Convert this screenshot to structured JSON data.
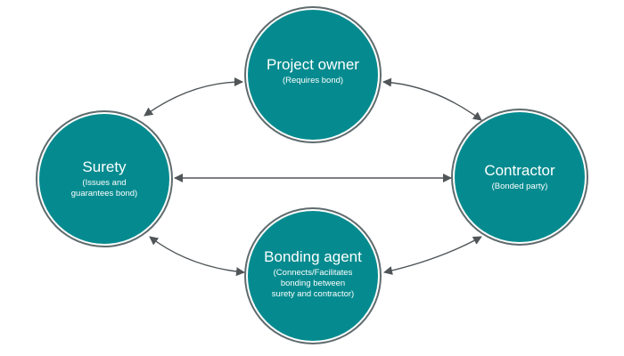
{
  "colors": {
    "node_fill": "#058b8f",
    "node_ring": "#5f6b6e",
    "connector": "#505558"
  },
  "nodes": {
    "project_owner": {
      "title": "Project owner",
      "subtitle": "(Requires bond)"
    },
    "surety": {
      "title": "Surety",
      "subtitle": "(Issues and\nguarantees bond)"
    },
    "contractor": {
      "title": "Contractor",
      "subtitle": "(Bonded party)"
    },
    "bonding_agent": {
      "title": "Bonding agent",
      "subtitle": "(Connects/Facilitates\nbonding between\nsurety and contractor)"
    }
  },
  "relationships": [
    {
      "from": "Surety",
      "to": "Project owner",
      "direction": "both"
    },
    {
      "from": "Project owner",
      "to": "Contractor",
      "direction": "both"
    },
    {
      "from": "Surety",
      "to": "Contractor",
      "direction": "both"
    },
    {
      "from": "Surety",
      "to": "Bonding agent",
      "direction": "both"
    },
    {
      "from": "Bonding agent",
      "to": "Contractor",
      "direction": "both"
    }
  ]
}
